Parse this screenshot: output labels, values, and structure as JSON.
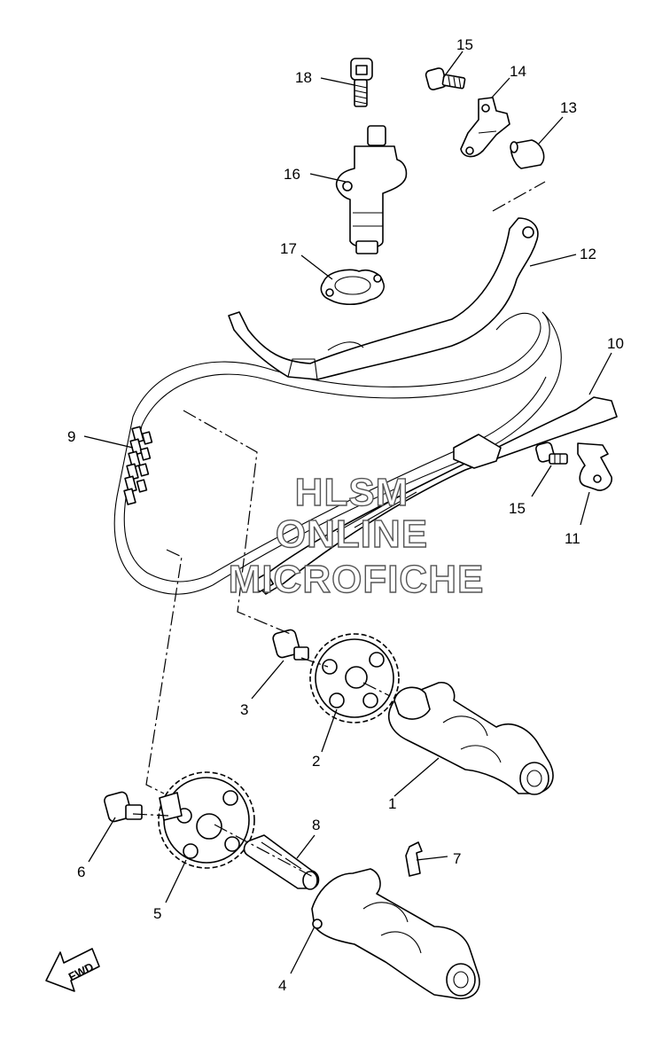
{
  "callouts": [
    {
      "id": "c1",
      "label": "1"
    },
    {
      "id": "c2",
      "label": "2"
    },
    {
      "id": "c3",
      "label": "3"
    },
    {
      "id": "c4",
      "label": "4"
    },
    {
      "id": "c5",
      "label": "5"
    },
    {
      "id": "c6",
      "label": "6"
    },
    {
      "id": "c7",
      "label": "7"
    },
    {
      "id": "c8",
      "label": "8"
    },
    {
      "id": "c9",
      "label": "9"
    },
    {
      "id": "c10",
      "label": "10"
    },
    {
      "id": "c11",
      "label": "11"
    },
    {
      "id": "c12",
      "label": "12"
    },
    {
      "id": "c13",
      "label": "13"
    },
    {
      "id": "c14",
      "label": "14"
    },
    {
      "id": "c15a",
      "label": "15"
    },
    {
      "id": "c15b",
      "label": "15"
    },
    {
      "id": "c16",
      "label": "16"
    },
    {
      "id": "c17",
      "label": "17"
    },
    {
      "id": "c18",
      "label": "18"
    }
  ],
  "watermark": {
    "line1": "HLSM",
    "line2": "ONLINE",
    "line3": "MICROFICHE"
  },
  "direction_arrow": {
    "label": "FWD",
    "icon": "fwd-arrow-icon"
  }
}
